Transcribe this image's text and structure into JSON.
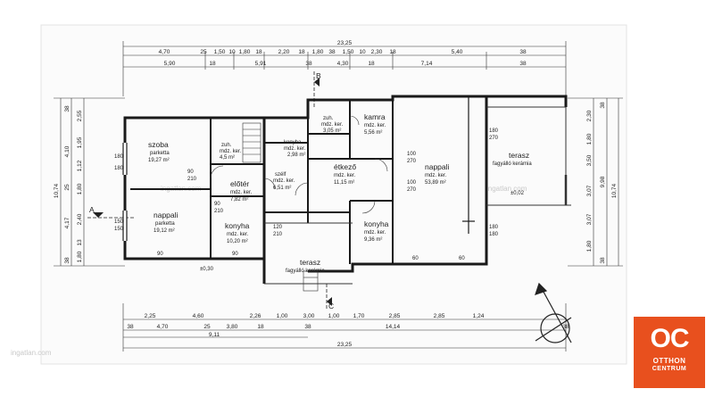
{
  "dimensions": {
    "top_total": "23,25",
    "top_row1": [
      "4,70",
      "25",
      "1,50",
      "10",
      "1,80",
      "18",
      "2,20",
      "18",
      "1,80",
      "38",
      "1,50",
      "10",
      "2,30",
      "18",
      "5,40",
      "38"
    ],
    "top_row2": [
      "5,90",
      "18",
      "5,91",
      "38",
      "4,30",
      "18",
      "7,14",
      "38"
    ],
    "bottom_row1": [
      "2,25",
      "4,60",
      "2,26",
      "1,00",
      "3,00",
      "1,00",
      "1,70",
      "2,85",
      "2,85",
      "1,24"
    ],
    "bottom_row2": [
      "38",
      "4,70",
      "25",
      "3,80",
      "18",
      "38",
      "14,14",
      "38"
    ],
    "bottom_row3": [
      "9,11"
    ],
    "bottom_total": "23,25",
    "left_total": "10,74",
    "left_parts": [
      "38",
      "4,10",
      "25",
      "4,17",
      "38"
    ],
    "left_inner": [
      "2,55",
      "1,95",
      "1,12",
      "1,80",
      "2,40",
      "13",
      "1,80"
    ],
    "right_total": "10,74",
    "right_parts": [
      "38",
      "9,98",
      "38"
    ],
    "right_inner": [
      "2,30",
      "1,80",
      "3,50",
      "3,07",
      "3,07",
      "1,80"
    ]
  },
  "rooms": [
    {
      "name": "szoba",
      "floor": "parketta",
      "area": "19,27 m²"
    },
    {
      "name": "nappali",
      "floor": "parketta",
      "area": "19,12 m²"
    },
    {
      "name": "konyha",
      "floor": "mdz. ker.",
      "area": "10,20 m²"
    },
    {
      "name": "előtér",
      "floor": "mdz. ker.",
      "area": "7,82 m²"
    },
    {
      "name": "zuh.",
      "floor": "mdz. ker.",
      "area": "4,5 m²"
    },
    {
      "name": "szélf",
      "floor": "mdz. ker.",
      "area": "6,51 m²"
    },
    {
      "name": "konyha",
      "floor": "mdz. ker.",
      "area": "2,98 m²"
    },
    {
      "name": "zuh.",
      "floor": "mdz. ker.",
      "area": "3,05 m²"
    },
    {
      "name": "kamra",
      "floor": "mdz. ker.",
      "area": "5,56 m²"
    },
    {
      "name": "étkező",
      "floor": "mdz. ker.",
      "area": "11,15 m²"
    },
    {
      "name": "konyha",
      "floor": "mdz. ker.",
      "area": "9,36 m²"
    },
    {
      "name": "nappali",
      "floor": "mdz. ker.",
      "area": "53,89 m²"
    },
    {
      "name": "terasz",
      "floor": "fagyálló kerámia",
      "area": ""
    },
    {
      "name": "terasz",
      "floor": "fagyálló kerámia",
      "area": ""
    }
  ],
  "openings": [
    "180",
    "180",
    "150",
    "150",
    "90",
    "210",
    "90",
    "210",
    "120",
    "210",
    "100",
    "270",
    "100",
    "270",
    "180",
    "270",
    "180",
    "180",
    "60",
    "60",
    "90",
    "90"
  ],
  "notes": {
    "section_a": "A",
    "section_b": "B",
    "level_1": "±0,30",
    "level_2": "±0,02",
    "mark_c": "C"
  },
  "watermarks": [
    "ingatlan.com",
    "ingatlan.com",
    "ingatlan.com"
  ],
  "brand": {
    "mark": "OC",
    "line1": "OTTHON",
    "line2": "CENTRUM",
    "color": "#e8501e"
  }
}
